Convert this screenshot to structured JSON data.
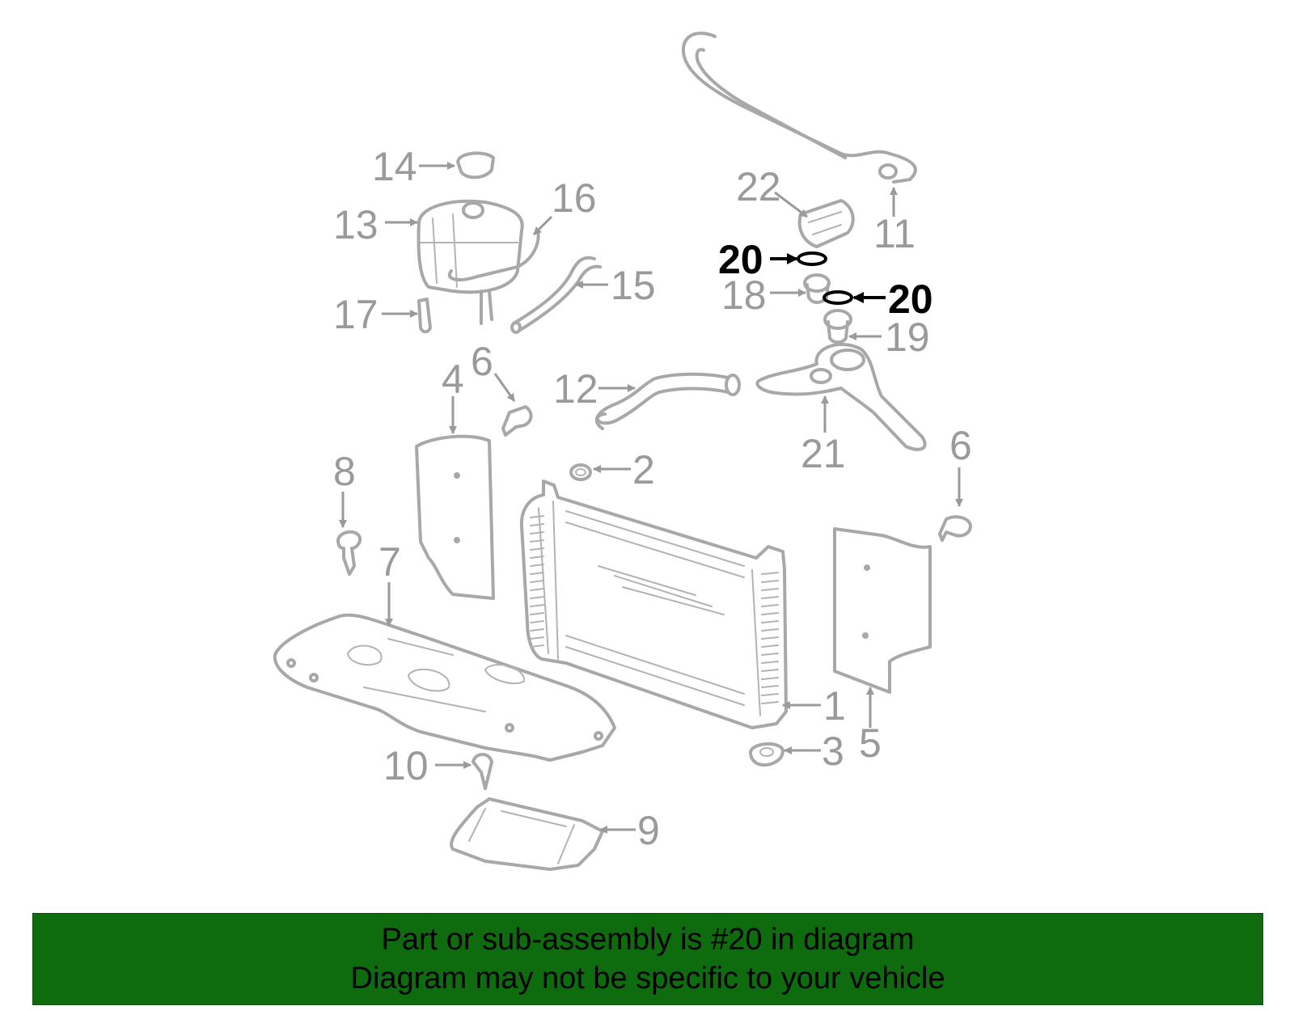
{
  "diagram": {
    "callouts": [
      {
        "id": "1",
        "label": "1"
      },
      {
        "id": "2",
        "label": "2"
      },
      {
        "id": "3",
        "label": "3"
      },
      {
        "id": "4",
        "label": "4"
      },
      {
        "id": "5",
        "label": "5"
      },
      {
        "id": "6a",
        "label": "6"
      },
      {
        "id": "6b",
        "label": "6"
      },
      {
        "id": "7",
        "label": "7"
      },
      {
        "id": "8",
        "label": "8"
      },
      {
        "id": "9",
        "label": "9"
      },
      {
        "id": "10",
        "label": "10"
      },
      {
        "id": "11",
        "label": "11"
      },
      {
        "id": "12",
        "label": "12"
      },
      {
        "id": "13",
        "label": "13"
      },
      {
        "id": "14",
        "label": "14"
      },
      {
        "id": "15",
        "label": "15"
      },
      {
        "id": "16",
        "label": "16"
      },
      {
        "id": "17",
        "label": "17"
      },
      {
        "id": "18",
        "label": "18"
      },
      {
        "id": "19",
        "label": "19"
      },
      {
        "id": "20a",
        "label": "20"
      },
      {
        "id": "20b",
        "label": "20"
      },
      {
        "id": "21",
        "label": "21"
      },
      {
        "id": "22",
        "label": "22"
      }
    ],
    "highlighted_part": "20",
    "colors": {
      "part_line": "#a8a8a8",
      "callout_text": "#9a9a9a",
      "highlight": "#000000",
      "banner_bg": "#0e6b0e"
    }
  },
  "banner": {
    "line1": "Part or sub-assembly is #20 in diagram",
    "line2": "Diagram may not be specific to your vehicle"
  }
}
